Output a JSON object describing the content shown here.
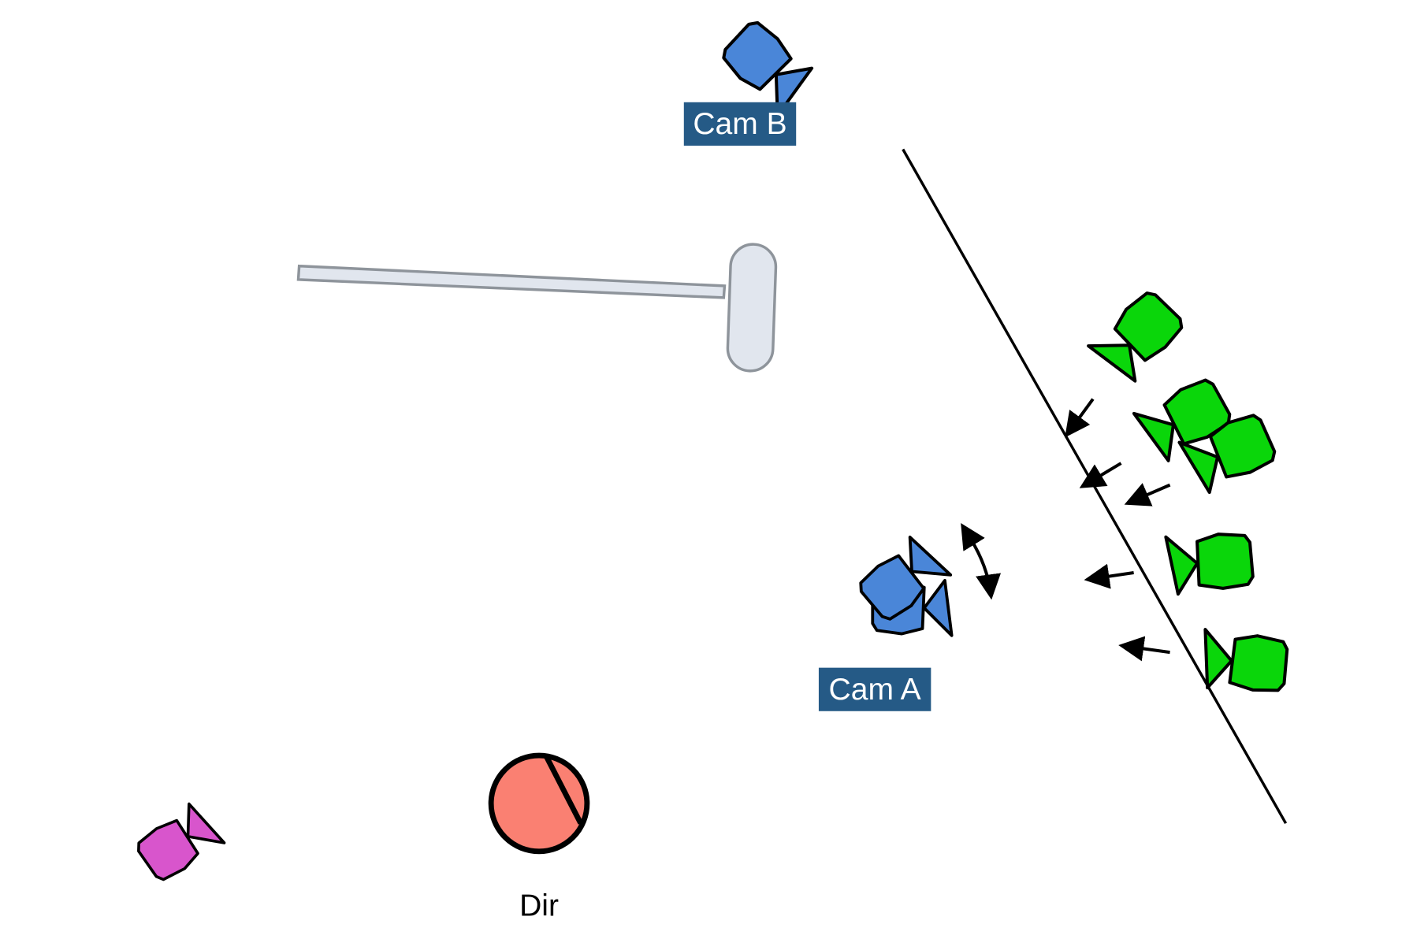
{
  "colors": {
    "camera": "#4A86D8",
    "actor": "#0AD60A",
    "extra": "#D855CC",
    "director": "#FA8072",
    "label_bg": "#255A86",
    "set_piece": "#E1E6EE",
    "set_piece_stroke": "#8E949B"
  },
  "labels": {
    "cam_a": "Cam A",
    "cam_b": "Cam B",
    "director": "Dir"
  },
  "icons": {
    "camera": "camera-icon",
    "actor": "actor-icon",
    "director": "director-icon"
  }
}
